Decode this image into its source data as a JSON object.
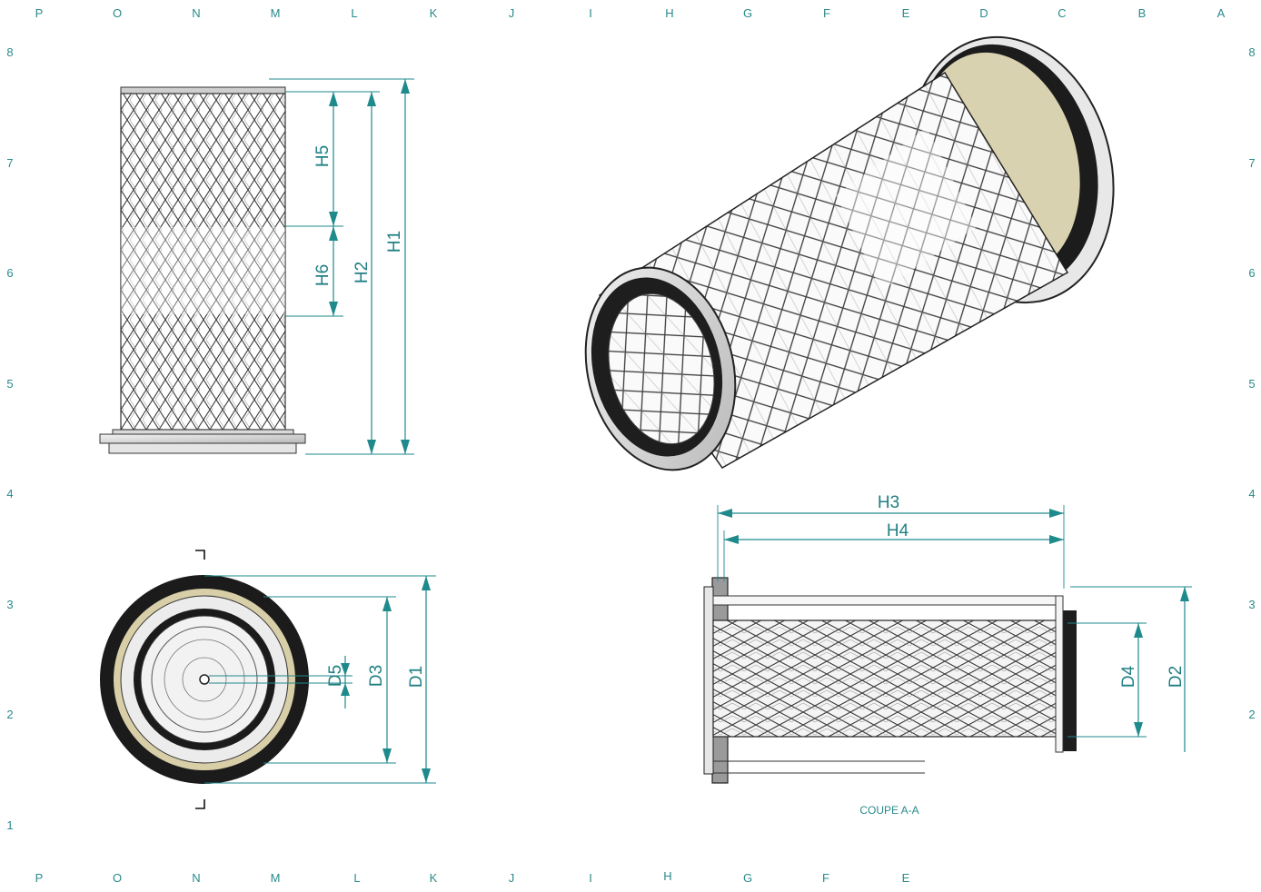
{
  "sheet": {
    "col_labels_top": [
      "P",
      "O",
      "N",
      "M",
      "L",
      "K",
      "J",
      "I",
      "H",
      "G",
      "F",
      "E",
      "D",
      "C",
      "B",
      "A"
    ],
    "col_labels_bottom": [
      "P",
      "O",
      "N",
      "M",
      "L",
      "K",
      "J",
      "I",
      "H",
      "G",
      "F",
      "E"
    ],
    "row_labels": [
      "8",
      "7",
      "6",
      "5",
      "4",
      "3",
      "2",
      "1"
    ]
  },
  "dimensions": {
    "h1": "H1",
    "h2": "H2",
    "h3": "H3",
    "h4": "H4",
    "h5": "H5",
    "h6": "H6",
    "d1": "D1",
    "d2": "D2",
    "d3": "D3",
    "d4": "D4",
    "d5": "D5"
  },
  "section_caption": "COUPE A-A",
  "colors": {
    "dimension": "#1f8a8c",
    "seal": "#d8cfa8",
    "dark": "#1a1a1a"
  }
}
